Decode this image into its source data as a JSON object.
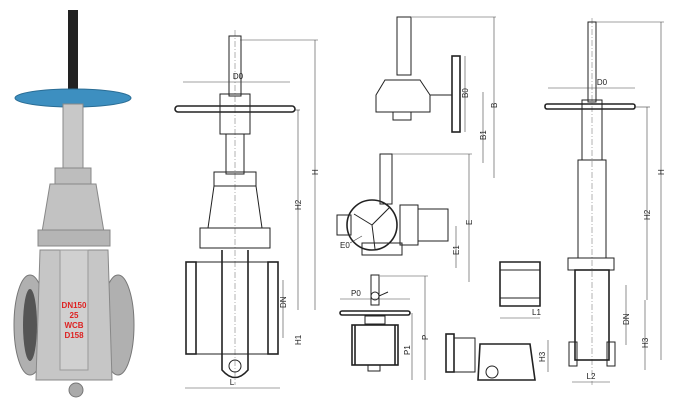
{
  "photo": {
    "marking": [
      "DN150",
      "25",
      "WCB",
      "D158"
    ],
    "colors": {
      "handwheel": "#3d8fc0",
      "body": "#b8b8b8",
      "stem": "#222222",
      "marking": "#dd2222"
    }
  },
  "drawing_main": {
    "labels": {
      "d0": "D0",
      "h": "H",
      "h2": "H2",
      "dn": "DN",
      "h1": "H1",
      "l": "L"
    }
  },
  "drawing_gear": {
    "labels": {
      "b0": "B0",
      "b": "B",
      "b1": "B1"
    }
  },
  "drawing_electric": {
    "labels": {
      "e0": "E0",
      "e": "E",
      "e1": "E1"
    }
  },
  "drawing_pneumatic": {
    "labels": {
      "p0": "P0",
      "p": "P",
      "p1": "P1"
    }
  },
  "drawing_seat": {
    "labels": {
      "l1": "L1",
      "h3": "H3"
    }
  },
  "drawing_right": {
    "labels": {
      "d0": "D0",
      "h": "H",
      "h2": "H2",
      "dn": "DN",
      "h3": "H3",
      "l2": "L2"
    }
  }
}
